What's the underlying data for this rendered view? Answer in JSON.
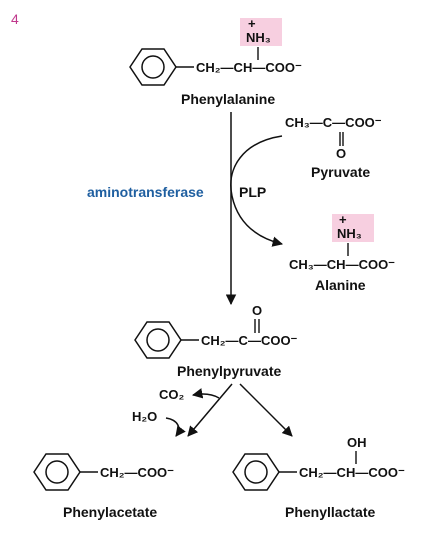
{
  "figure_number": "4",
  "enzyme": "aminotransferase",
  "cofactor": "PLP",
  "compounds": {
    "phenylalanine": {
      "name": "Phenylalanine",
      "chain": "CH₂—CH—COO⁻",
      "amino_group": "NH₃"
    },
    "pyruvate": {
      "name": "Pyruvate",
      "chain": "CH₃—C—COO⁻",
      "carbonyl": "O"
    },
    "alanine": {
      "name": "Alanine",
      "chain": "CH₃—CH—COO⁻",
      "amino_group": "NH₃"
    },
    "phenylpyruvate": {
      "name": "Phenylpyruvate",
      "chain": "CH₂—C—COO⁻",
      "carbonyl": "O"
    },
    "phenylacetate": {
      "name": "Phenylacetate",
      "chain": "CH₂—COO⁻"
    },
    "phenyllactate": {
      "name": "Phenyllactate",
      "chain": "CH₂—CH—COO⁻",
      "hydroxyl": "OH"
    }
  },
  "side_products": {
    "co2": "CO₂",
    "h2o": "H₂O"
  },
  "colors": {
    "highlight": "#f7cfe0",
    "enzyme_text": "#1f5fa0",
    "figure_number": "#c0388c"
  }
}
